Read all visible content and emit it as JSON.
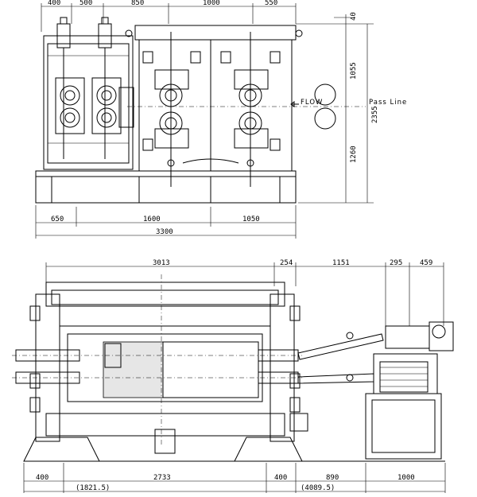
{
  "top_view": {
    "top_dims": [
      "400",
      "500",
      "850",
      "1000",
      "550"
    ],
    "bottom_dims": [
      "650",
      "1600",
      "1050"
    ],
    "overall_width": "3300",
    "right_dims": [
      "40",
      "1055",
      "1260"
    ],
    "overall_height": "2355",
    "flow_label": "FLOW",
    "pass_line_label": "Pass Line"
  },
  "bottom_view": {
    "top_dims": [
      "3013",
      "254",
      "1151",
      "295",
      "459"
    ],
    "bottom_dims": [
      "400",
      "2733",
      "400",
      "890",
      "1000"
    ],
    "ref_dims": [
      "(1821.5)",
      "(4089.5)"
    ]
  }
}
